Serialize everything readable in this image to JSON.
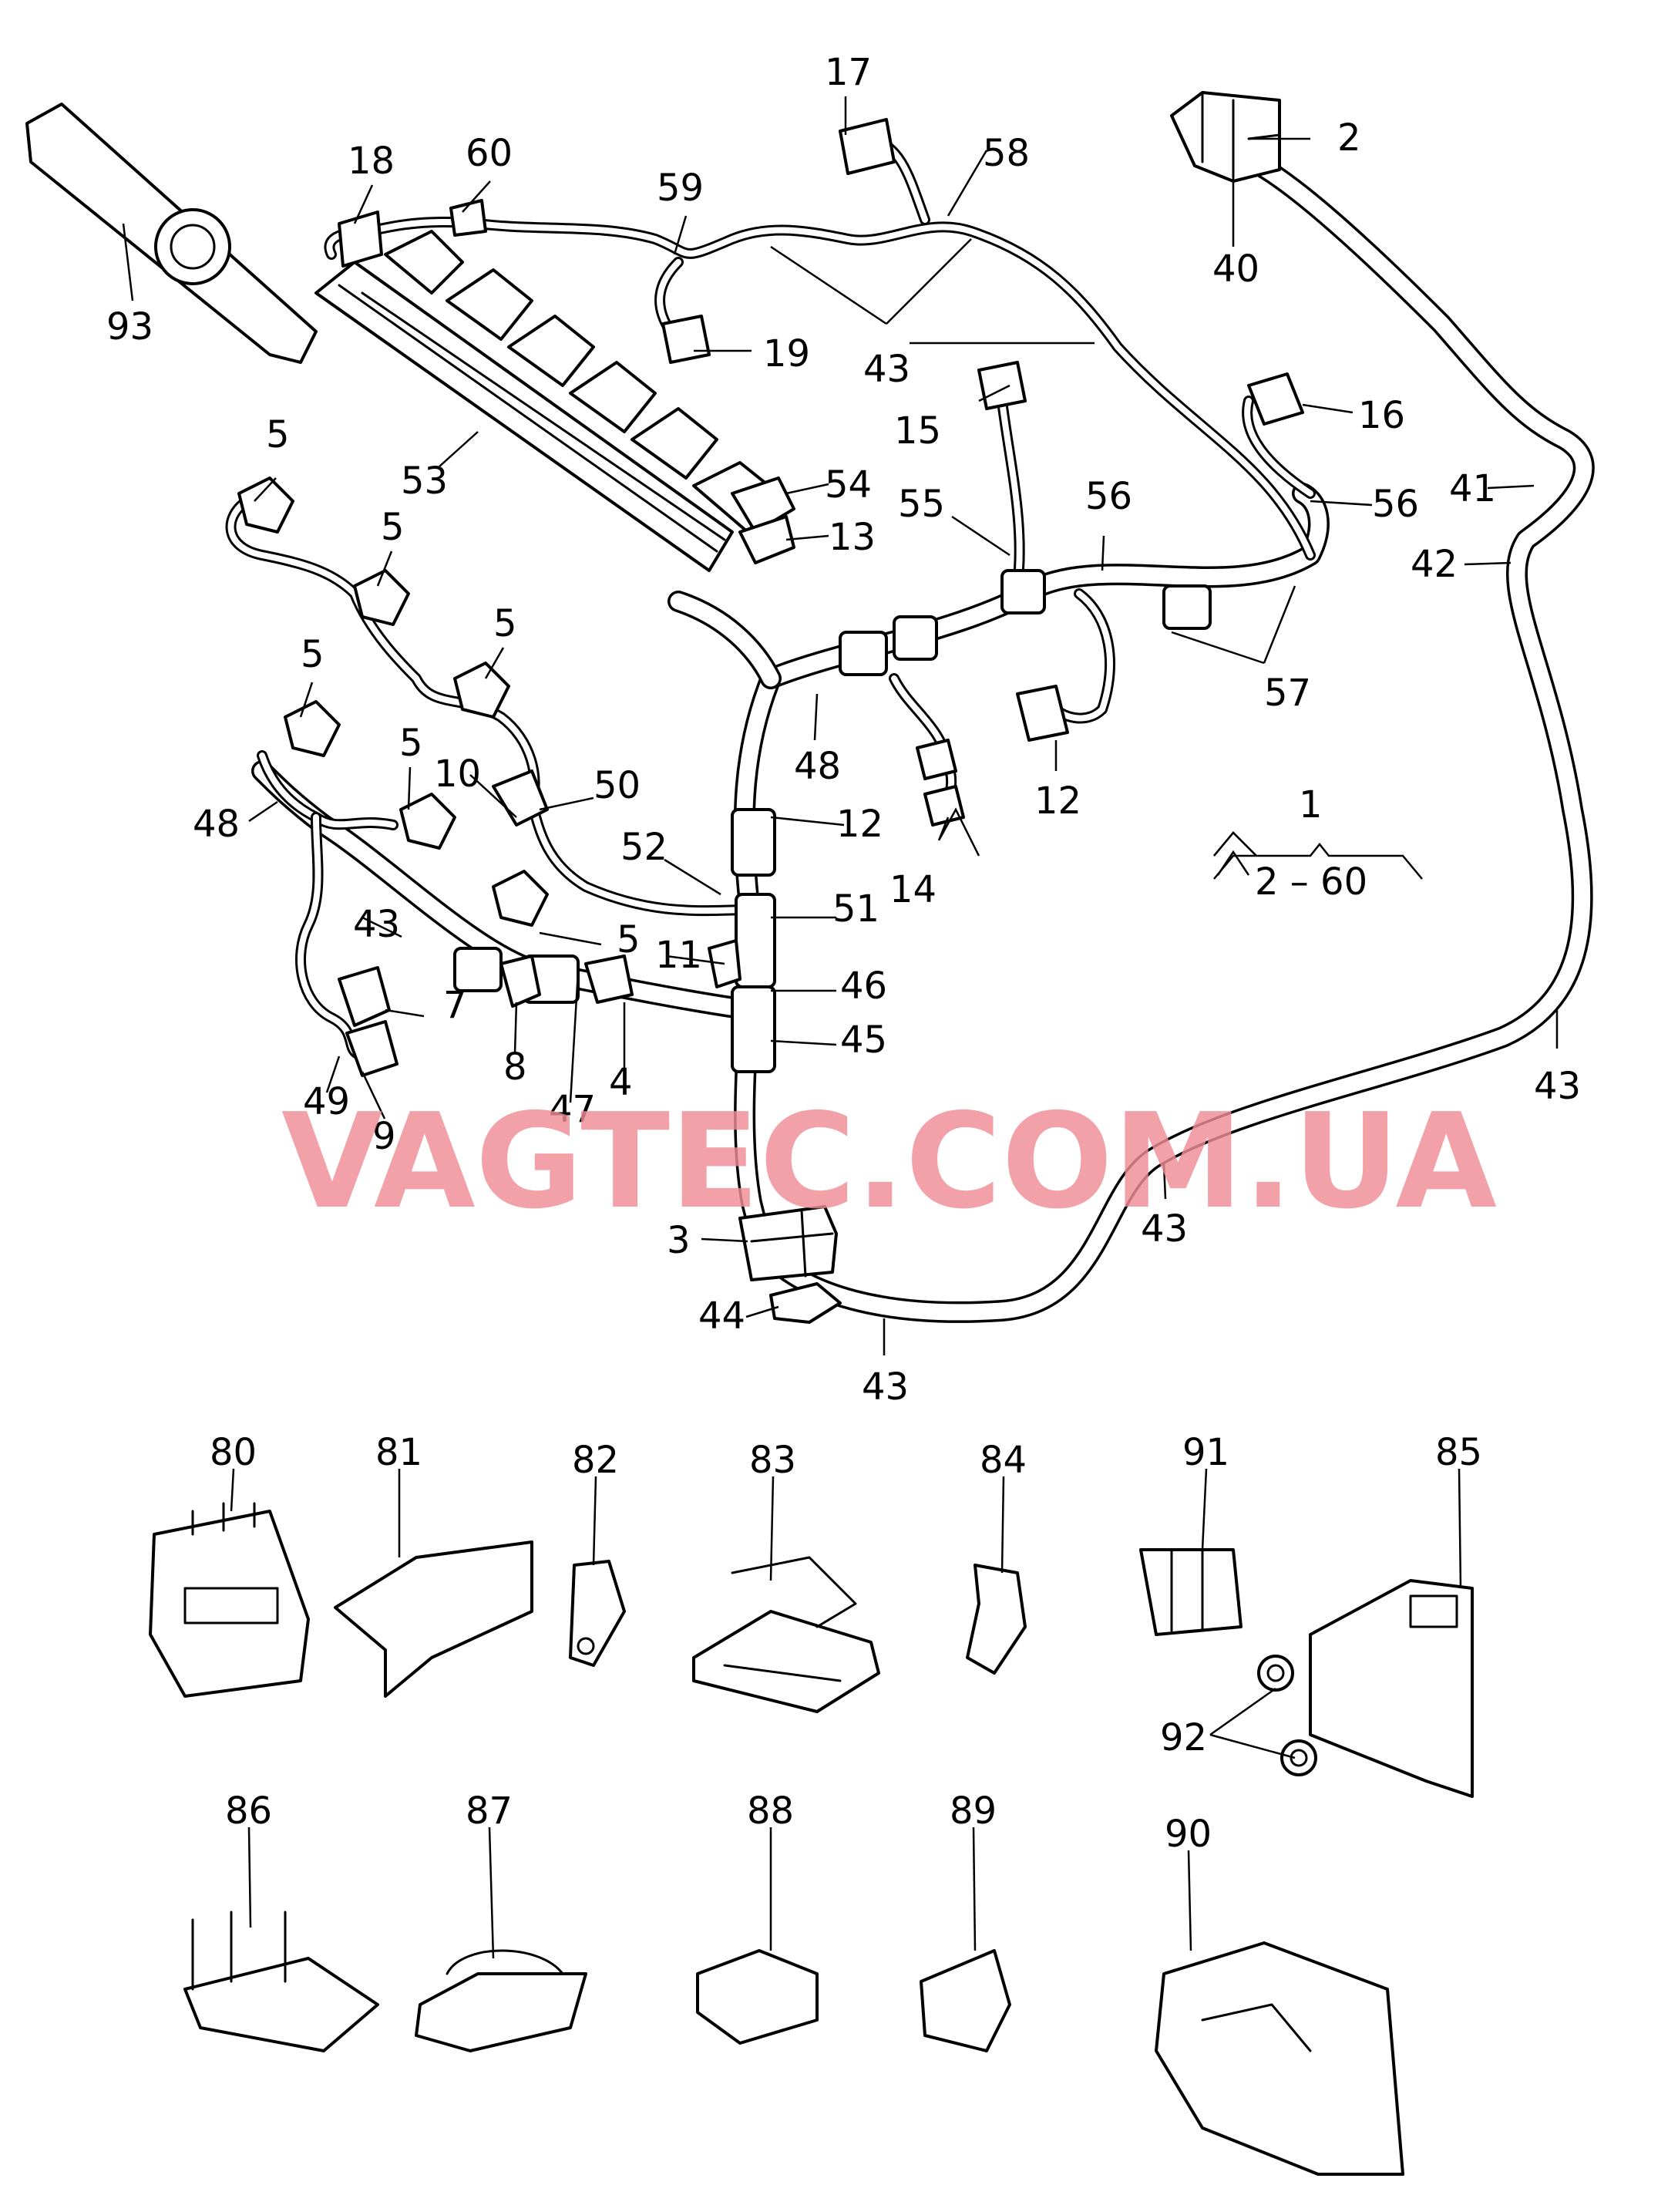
{
  "watermark": "VAGTEC.COM.UA",
  "callouts": [
    {
      "label": "17"
    },
    {
      "label": "2"
    },
    {
      "label": "60"
    },
    {
      "label": "18"
    },
    {
      "label": "59"
    },
    {
      "label": "58"
    },
    {
      "label": "93"
    },
    {
      "label": "40"
    },
    {
      "label": "19"
    },
    {
      "label": "43"
    },
    {
      "label": "15"
    },
    {
      "label": "16"
    },
    {
      "label": "5"
    },
    {
      "label": "53"
    },
    {
      "label": "54"
    },
    {
      "label": "55"
    },
    {
      "label": "56"
    },
    {
      "label": "56"
    },
    {
      "label": "41"
    },
    {
      "label": "13"
    },
    {
      "label": "5"
    },
    {
      "label": "42"
    },
    {
      "label": "5"
    },
    {
      "label": "5"
    },
    {
      "label": "57"
    },
    {
      "label": "48"
    },
    {
      "label": "5"
    },
    {
      "label": "12"
    },
    {
      "label": "10"
    },
    {
      "label": "50"
    },
    {
      "label": "1"
    },
    {
      "label": "48"
    },
    {
      "label": "12"
    },
    {
      "label": "52"
    },
    {
      "label": "14"
    },
    {
      "label": "2 – 60"
    },
    {
      "label": "51"
    },
    {
      "label": "43"
    },
    {
      "label": "5"
    },
    {
      "label": "11"
    },
    {
      "label": "46"
    },
    {
      "label": "7"
    },
    {
      "label": "45"
    },
    {
      "label": "8"
    },
    {
      "label": "4"
    },
    {
      "label": "49"
    },
    {
      "label": "47"
    },
    {
      "label": "43"
    },
    {
      "label": "9"
    },
    {
      "label": "43"
    },
    {
      "label": "3"
    },
    {
      "label": "44"
    },
    {
      "label": "43"
    },
    {
      "label": "80"
    },
    {
      "label": "81"
    },
    {
      "label": "82"
    },
    {
      "label": "83"
    },
    {
      "label": "84"
    },
    {
      "label": "91"
    },
    {
      "label": "85"
    },
    {
      "label": "92"
    },
    {
      "label": "86"
    },
    {
      "label": "87"
    },
    {
      "label": "88"
    },
    {
      "label": "89"
    },
    {
      "label": "90"
    }
  ]
}
